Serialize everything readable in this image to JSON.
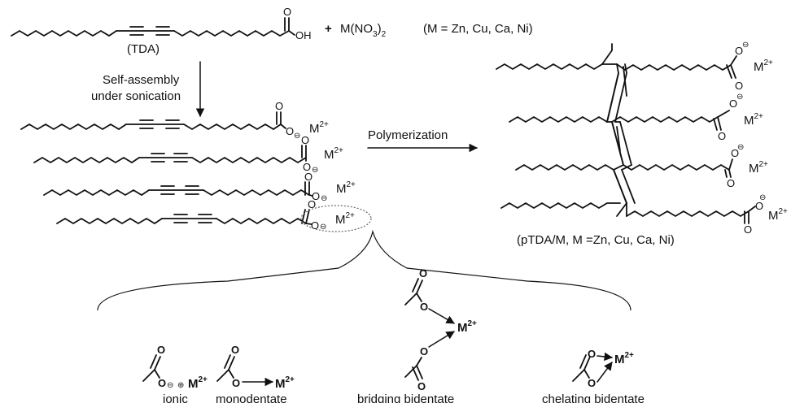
{
  "reaction": {
    "plus": "+",
    "salt_main": "M(NO",
    "salt_sub": "3",
    "salt_close": ")",
    "salt_sub2": "2",
    "metals_note": "(M = Zn, Cu, Ca, Ni)"
  },
  "monomer": {
    "name": "(TDA)",
    "acid_o": "O",
    "acid_oh": "OH"
  },
  "steps": {
    "self_assembly_line1": "Self-assembly",
    "self_assembly_line2": "under sonication",
    "polymerization": "Polymerization"
  },
  "labels": {
    "oxygen": "O",
    "charge_minus": "⊖",
    "charge_plus": "⊕",
    "metal_ion": "M",
    "metal_charge": "2+"
  },
  "polymer": {
    "name": "(pTDA/M, M =Zn, Cu, Ca, Ni)"
  },
  "coordination": {
    "modes": [
      "ionic",
      "monodentate",
      "bridging bidentate",
      "chelating bidentate"
    ]
  }
}
